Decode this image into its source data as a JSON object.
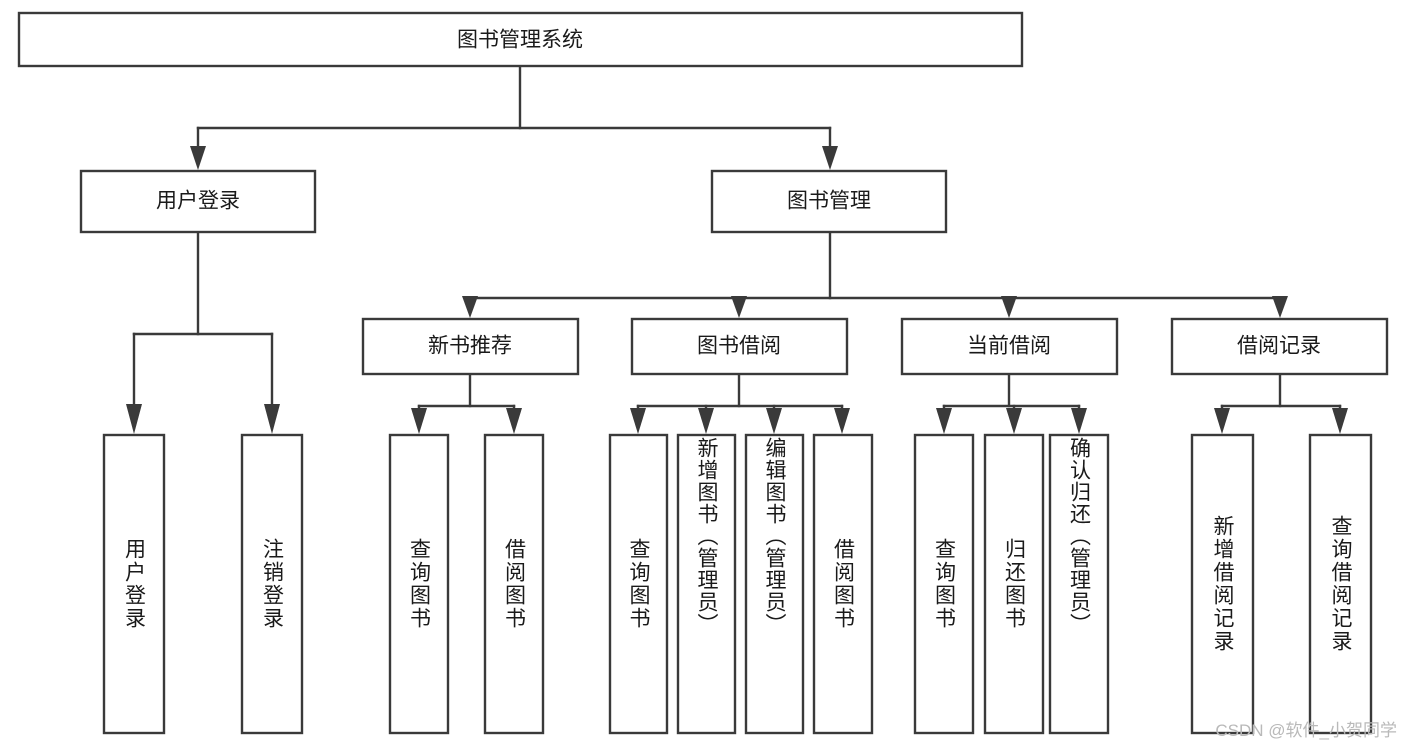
{
  "diagram": {
    "title": "图书管理系统",
    "type": "tree-hierarchy-chart",
    "colors": {
      "stroke": "#3a3a3a",
      "fill": "#ffffff",
      "text": "#1a1a1a",
      "watermark": "#b9b9b9",
      "background": "#ffffff"
    },
    "root": {
      "label": "图书管理系统"
    },
    "level2": [
      {
        "label": "用户登录"
      },
      {
        "label": "图书管理"
      }
    ],
    "level3": [
      {
        "label": "新书推荐"
      },
      {
        "label": "图书借阅"
      },
      {
        "label": "当前借阅"
      },
      {
        "label": "借阅记录"
      }
    ],
    "leaves": {
      "user_login": [
        {
          "label": "用户登录"
        },
        {
          "label": "注销登录"
        }
      ],
      "new_book_recommend": [
        {
          "label": "查询图书"
        },
        {
          "label": "借阅图书"
        }
      ],
      "book_borrow": [
        {
          "label": "查询图书"
        },
        {
          "label": "新增图书（管理员）"
        },
        {
          "label": "编辑图书（管理员）"
        },
        {
          "label": "借阅图书"
        }
      ],
      "current_borrow": [
        {
          "label": "查询图书"
        },
        {
          "label": "归还图书"
        },
        {
          "label": "确认归还（管理员）"
        }
      ],
      "borrow_record": [
        {
          "label": "新增借阅记录"
        },
        {
          "label": "查询借阅记录"
        }
      ]
    }
  },
  "watermark": {
    "text": "CSDN @软件_小贺同学"
  }
}
